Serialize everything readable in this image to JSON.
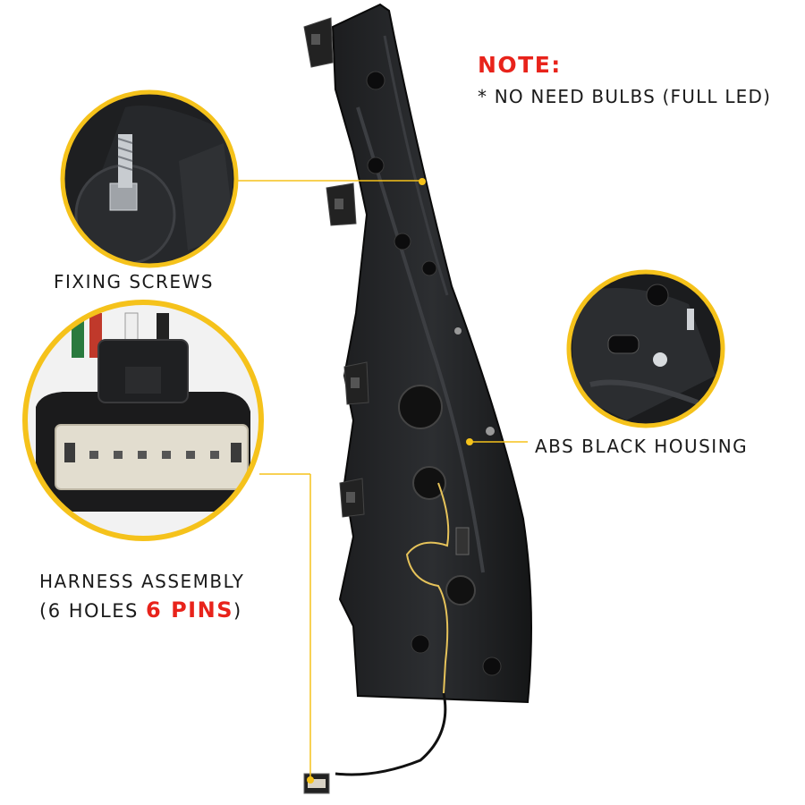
{
  "note": {
    "title": "NOTE:",
    "text": "* NO NEED BULBS (FULL LED)"
  },
  "callouts": {
    "fixing_screws": "FIXING SCREWS",
    "abs_housing": "ABS BLACK HOUSING",
    "harness_line1": "HARNESS ASSEMBLY",
    "harness_line2_open": "(6 HOLES ",
    "harness_line2_pins": "6 PINS",
    "harness_line2_close": ")"
  },
  "colors": {
    "accent_yellow": "#f5c21b",
    "note_red": "#e8231b",
    "housing_black": "#161718"
  }
}
